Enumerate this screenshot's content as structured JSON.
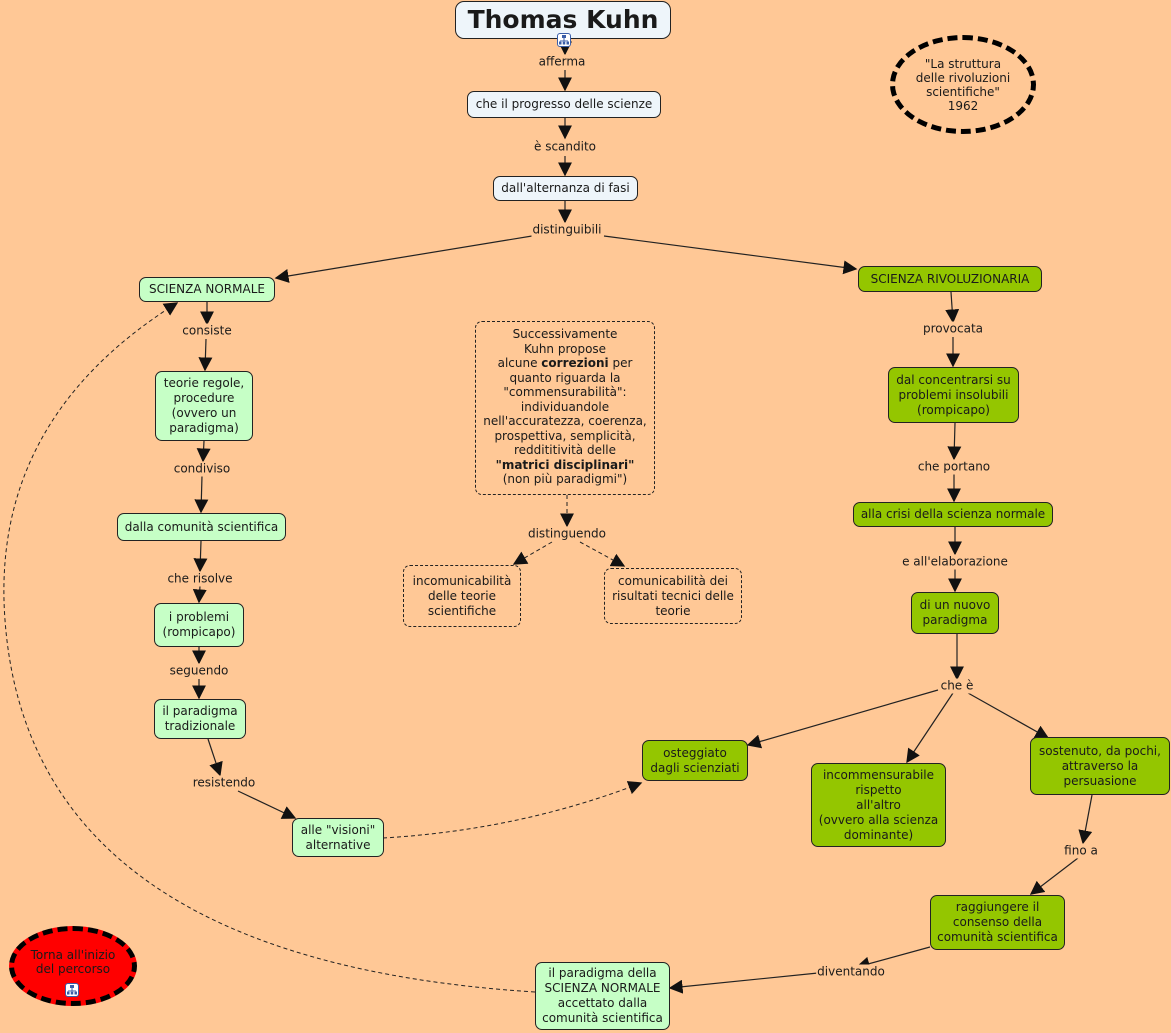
{
  "title": "Thomas  Kuhn",
  "book_note": "\"La struttura\ndelle rivoluzioni\nscientifiche\"\n1962",
  "back_button": "Torna all'inizio\ndel percorso",
  "colors": {
    "background": "#ffc896",
    "top_nodes": "#eef5fa",
    "normal_science_nodes": "#c6ffc6",
    "revolutionary_science_nodes": "#94c600",
    "back_button": "#ff0000"
  },
  "nodes": {
    "progresso": "che il progresso delle scienze",
    "alternanza": "dall'alternanza di fasi",
    "scienza_normale": "SCIENZA NORMALE",
    "scienza_rivoluzionaria": "SCIENZA RIVOLUZIONARIA",
    "teorie": "teorie regole,\nprocedure\n(ovvero un\nparadigma)",
    "comunita": "dalla comunità scientifica",
    "problemi": "i problemi\n(rompicapo)",
    "paradigma_tradizionale": "il paradigma\ntradizionale",
    "visioni": "alle \"visioni\"\nalternative",
    "concentrarsi": "dal concentrarsi su\nproblemi insolubili\n(rompicapo)",
    "crisi": "alla crisi della scienza normale",
    "nuovo_paradigma": "di un nuovo\nparadigma",
    "osteggiato": "osteggiato\ndagli scienziati",
    "incommensurabile": "incommensurabile\nrispetto\nall'altro\n(ovvero alla scienza\ndominante)",
    "sostenuto": "sostenuto, da pochi,\nattraverso la\npersuasione",
    "consenso": "raggiungere il\nconsenso della\ncomunità scientifica",
    "paradigma_normale": "il paradigma della\nSCIENZA NORMALE\naccettato dalla\ncomunità scientifica",
    "incomunicabilita": "incomunicabilità\ndelle teorie\nscientifiche",
    "comunicabilita": "comunicabilità dei\nrisultati tecnici delle\nteorie"
  },
  "note": {
    "l1": "Successivamente",
    "l2": "Kuhn propose",
    "l3a": "alcune ",
    "l3b": "correzioni",
    "l3c": " per",
    "l4": "quanto riguarda la",
    "l5": "\"commensurabilità\":",
    "l6": "individuandole",
    "l7": "nell'accuratezza, coerenza,",
    "l8": "prospettiva, semplicità,",
    "l9": "reddititività delle",
    "l10": "\"matrici disciplinari\"",
    "l11": "(non più paradigmi\")"
  },
  "links": {
    "afferma": "afferma",
    "scandito": "è scandito",
    "distinguibili": "distinguibili",
    "consiste": "consiste",
    "condiviso": "condiviso",
    "risolve": "che risolve",
    "seguendo": "seguendo",
    "resistendo": "resistendo",
    "provocata": "provocata",
    "portano": "che portano",
    "elaborazione": "e all'elaborazione",
    "che_e": "che è",
    "fino_a": "fino a",
    "diventando": "diventando",
    "distinguendo": "distinguendo"
  }
}
